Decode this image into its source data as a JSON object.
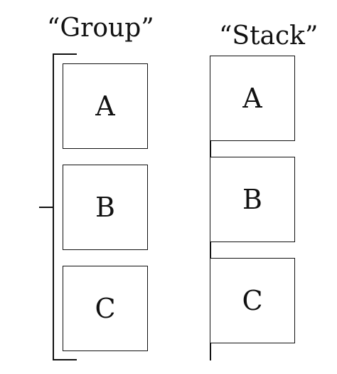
{
  "group": {
    "title": "“Group”",
    "boxes": [
      "A",
      "B",
      "C"
    ]
  },
  "stack": {
    "title": "“Stack”",
    "boxes": [
      "A",
      "B",
      "C"
    ]
  },
  "colors": {
    "stroke": "#111111",
    "background": "#ffffff"
  }
}
